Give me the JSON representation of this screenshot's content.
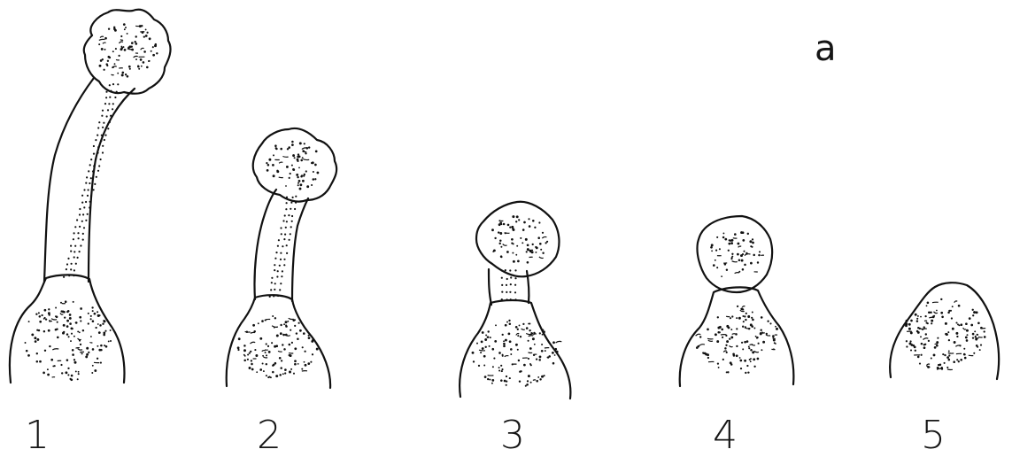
{
  "figure": {
    "panel_label": "a",
    "stages": [
      {
        "label": "1",
        "has_head": true,
        "has_stalk": true
      },
      {
        "label": "2",
        "has_head": true,
        "has_stalk": true
      },
      {
        "label": "3",
        "has_head": true,
        "has_stalk": true
      },
      {
        "label": "4",
        "has_head": true,
        "has_stalk": false
      },
      {
        "label": "5",
        "has_head": false,
        "has_stalk": false
      }
    ],
    "ink_color": "#111111",
    "paper_color": "#ffffff"
  }
}
